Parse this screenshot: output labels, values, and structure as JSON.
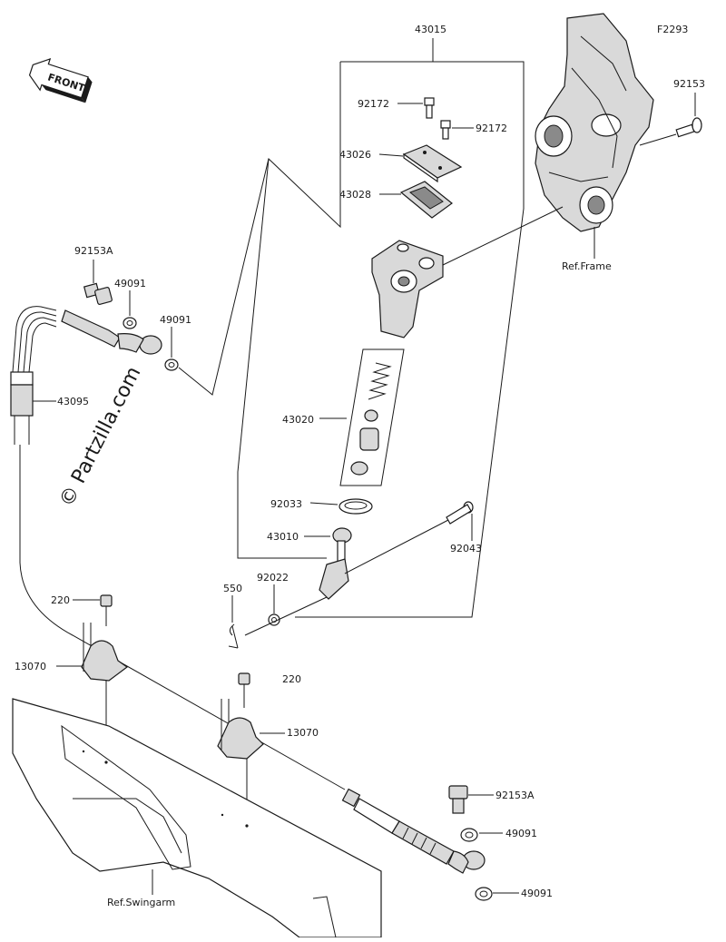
{
  "diagram": {
    "code": "F2293",
    "front_label": "FRONT",
    "watermark": "© Partzilla.com",
    "ref_frame": "Ref.Frame",
    "ref_swingarm": "Ref.Swingarm",
    "parts": {
      "p43015": "43015",
      "p92172a": "92172",
      "p92172b": "92172",
      "p43026": "43026",
      "p43028": "43028",
      "p92153": "92153",
      "p92153A_top": "92153A",
      "p49091_a": "49091",
      "p49091_b": "49091",
      "p43095": "43095",
      "p43020": "43020",
      "p92033": "92033",
      "p43010": "43010",
      "p92043": "92043",
      "p550": "550",
      "p92022": "92022",
      "p220_a": "220",
      "p220_b": "220",
      "p13070_a": "13070",
      "p13070_b": "13070",
      "p92153A_bot": "92153A",
      "p49091_c": "49091",
      "p49091_d": "49091"
    }
  }
}
